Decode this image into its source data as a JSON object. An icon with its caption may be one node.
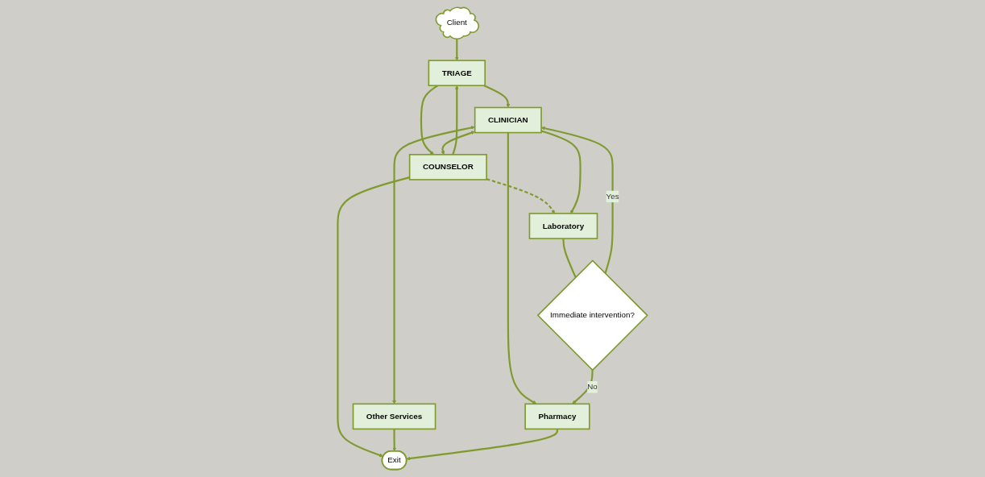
{
  "diagram": {
    "nodes": [
      {
        "text": [
          "Client"
        ]
      },
      {
        "text": [
          "CLINICIAN"
        ]
      },
      {
        "text": [
          "Pharmacy"
        ]
      },
      {
        "text": [
          "TRIAGE"
        ]
      },
      {
        "text": [
          "Laboratory"
        ]
      },
      {
        "text": [
          "COUNSELOR"
        ]
      },
      {
        "text": [
          "Immediate intervention?"
        ]
      },
      {
        "text": [
          "Other Services"
        ]
      },
      {
        "text": [
          "Exit"
        ]
      }
    ],
    "edges": [
      {
        "from": 0,
        "to": 3,
        "arrow": "to"
      },
      {
        "from": 3,
        "to": 1,
        "arrow": "to"
      },
      {
        "from": 3,
        "to": 5,
        "arrow": "to"
      },
      {
        "from": 5,
        "to": 3,
        "arrow": "to"
      },
      {
        "from": 1,
        "to": 5,
        "arrow": "both"
      },
      {
        "from": 5,
        "to": 4,
        "arrow": "to",
        "style": "dashed"
      },
      {
        "from": 1,
        "to": 7,
        "arrow": "both"
      },
      {
        "from": 1,
        "to": 2,
        "arrow": "to"
      },
      {
        "from": 1,
        "to": 4,
        "arrow": "to"
      },
      {
        "from": 4,
        "to": 6,
        "arrow": "none"
      },
      {
        "from": 6,
        "to": 1,
        "arrow": "to",
        "label": "Yes"
      },
      {
        "from": 6,
        "to": 2,
        "arrow": "to",
        "label": "No"
      },
      {
        "from": 5,
        "to": 8,
        "arrow": "to"
      },
      {
        "from": 7,
        "to": 8,
        "arrow": "to"
      },
      {
        "from": 2,
        "to": 8,
        "arrow": "to"
      }
    ]
  }
}
